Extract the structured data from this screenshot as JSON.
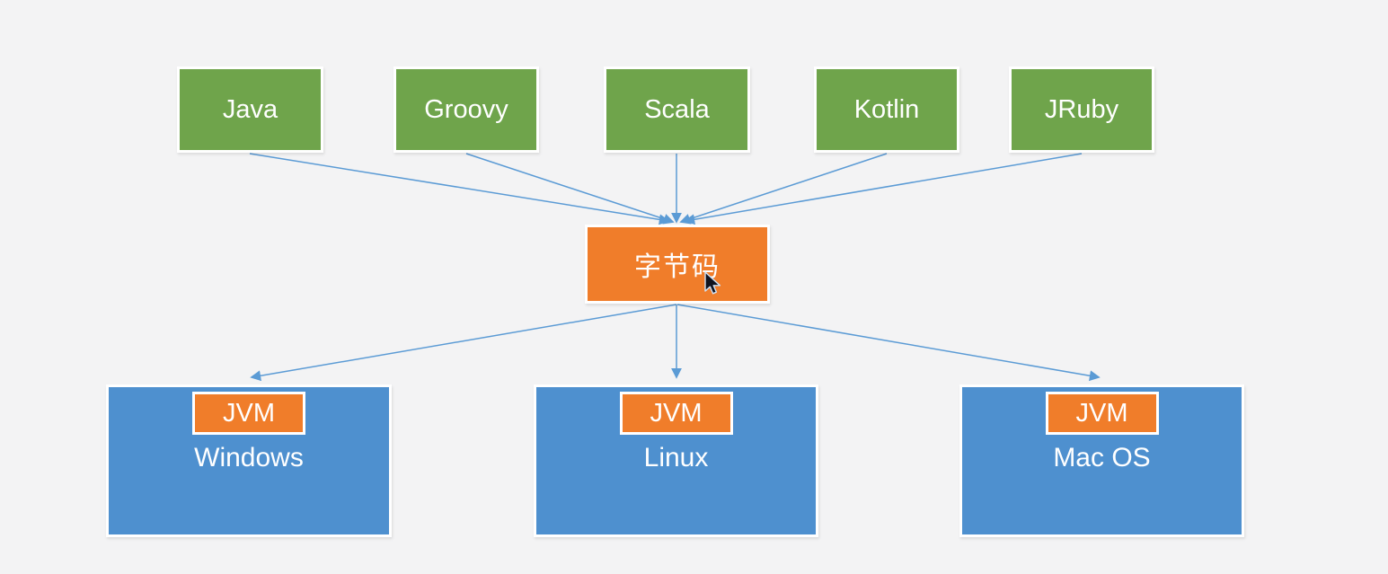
{
  "diagram": {
    "languages": [
      {
        "label": "Java"
      },
      {
        "label": "Groovy"
      },
      {
        "label": "Scala"
      },
      {
        "label": "Kotlin"
      },
      {
        "label": "JRuby"
      }
    ],
    "bytecode_label": "字节码",
    "platforms": [
      {
        "jvm_label": "JVM",
        "os_label": "Windows"
      },
      {
        "jvm_label": "JVM",
        "os_label": "Linux"
      },
      {
        "jvm_label": "JVM",
        "os_label": "Mac OS"
      }
    ],
    "colors": {
      "language_box": "#6FA44B",
      "bytecode_box": "#F07D2A",
      "platform_box": "#4E90CF",
      "jvm_box": "#F07D2A",
      "arrow": "#5B9BD5",
      "text": "#FFFFFF",
      "background": "#F3F3F4"
    },
    "cursor": "arrow-pointer"
  }
}
